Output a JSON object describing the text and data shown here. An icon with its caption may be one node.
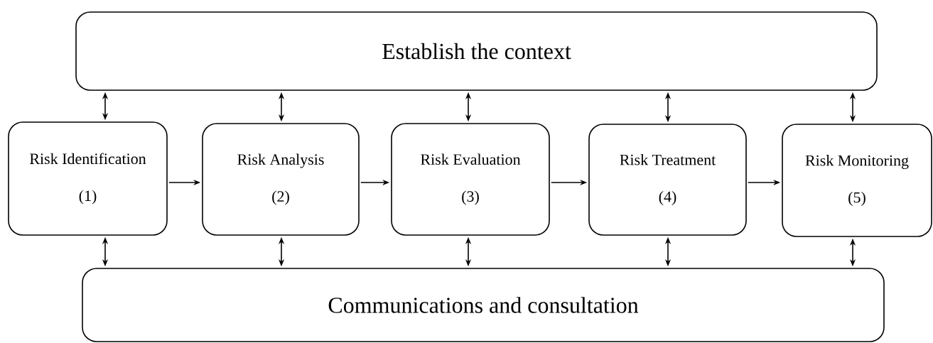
{
  "diagram": {
    "nodes": [
      {
        "text": [
          "Establish the context"
        ]
      },
      {
        "text": [
          "Risk Identification",
          "(1)"
        ]
      },
      {
        "text": [
          "Risk Analysis",
          "(2)"
        ]
      },
      {
        "text": [
          "Risk Evaluation",
          "(3)"
        ]
      },
      {
        "text": [
          "Risk Treatment",
          "(4)"
        ]
      },
      {
        "text": [
          "Risk Monitoring",
          "(5)"
        ]
      },
      {
        "text": [
          "Communications and consultation"
        ]
      }
    ],
    "edges": [
      {
        "from": 1,
        "to": 2,
        "arrow": "to"
      },
      {
        "from": 2,
        "to": 3,
        "arrow": "to"
      },
      {
        "from": 3,
        "to": 4,
        "arrow": "to"
      },
      {
        "from": 4,
        "to": 5,
        "arrow": "to"
      },
      {
        "from": 0,
        "to": 1,
        "arrow": "both"
      },
      {
        "from": 0,
        "to": 2,
        "arrow": "both"
      },
      {
        "from": 0,
        "to": 3,
        "arrow": "both"
      },
      {
        "from": 0,
        "to": 4,
        "arrow": "both"
      },
      {
        "from": 0,
        "to": 5,
        "arrow": "both"
      },
      {
        "from": 1,
        "to": 6,
        "arrow": "both"
      },
      {
        "from": 2,
        "to": 6,
        "arrow": "both"
      },
      {
        "from": 3,
        "to": 6,
        "arrow": "both"
      },
      {
        "from": 4,
        "to": 6,
        "arrow": "both"
      },
      {
        "from": 5,
        "to": 6,
        "arrow": "both"
      }
    ]
  }
}
